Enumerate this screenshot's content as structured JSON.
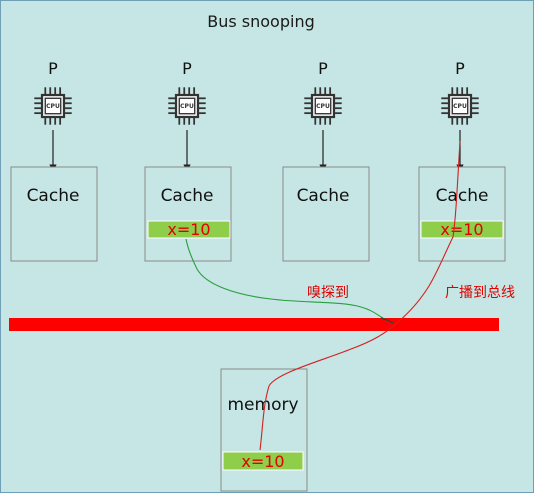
{
  "title": "Bus snooping",
  "processors": [
    {
      "label": "P",
      "chip_text": "CPU"
    },
    {
      "label": "P",
      "chip_text": "CPU"
    },
    {
      "label": "P",
      "chip_text": "CPU"
    },
    {
      "label": "P",
      "chip_text": "CPU"
    }
  ],
  "caches": [
    {
      "label": "Cache",
      "value": ""
    },
    {
      "label": "Cache",
      "value": "x=10"
    },
    {
      "label": "Cache",
      "value": ""
    },
    {
      "label": "Cache",
      "value": "x=10"
    }
  ],
  "memory": {
    "label": "memory",
    "value": "x=10"
  },
  "annotations": {
    "snoop": "嗅探到",
    "broadcast": "广播到总线"
  },
  "colors": {
    "background": "#c5e6e4",
    "bus": "#ff0000",
    "value_fill": "#8fce4a",
    "value_text": "#e00000",
    "snoop_line": "#2a9d3e",
    "broadcast_line": "#d42020",
    "box_border": "#8a8a8a"
  },
  "icons": [
    "cpu-chip-icon"
  ]
}
